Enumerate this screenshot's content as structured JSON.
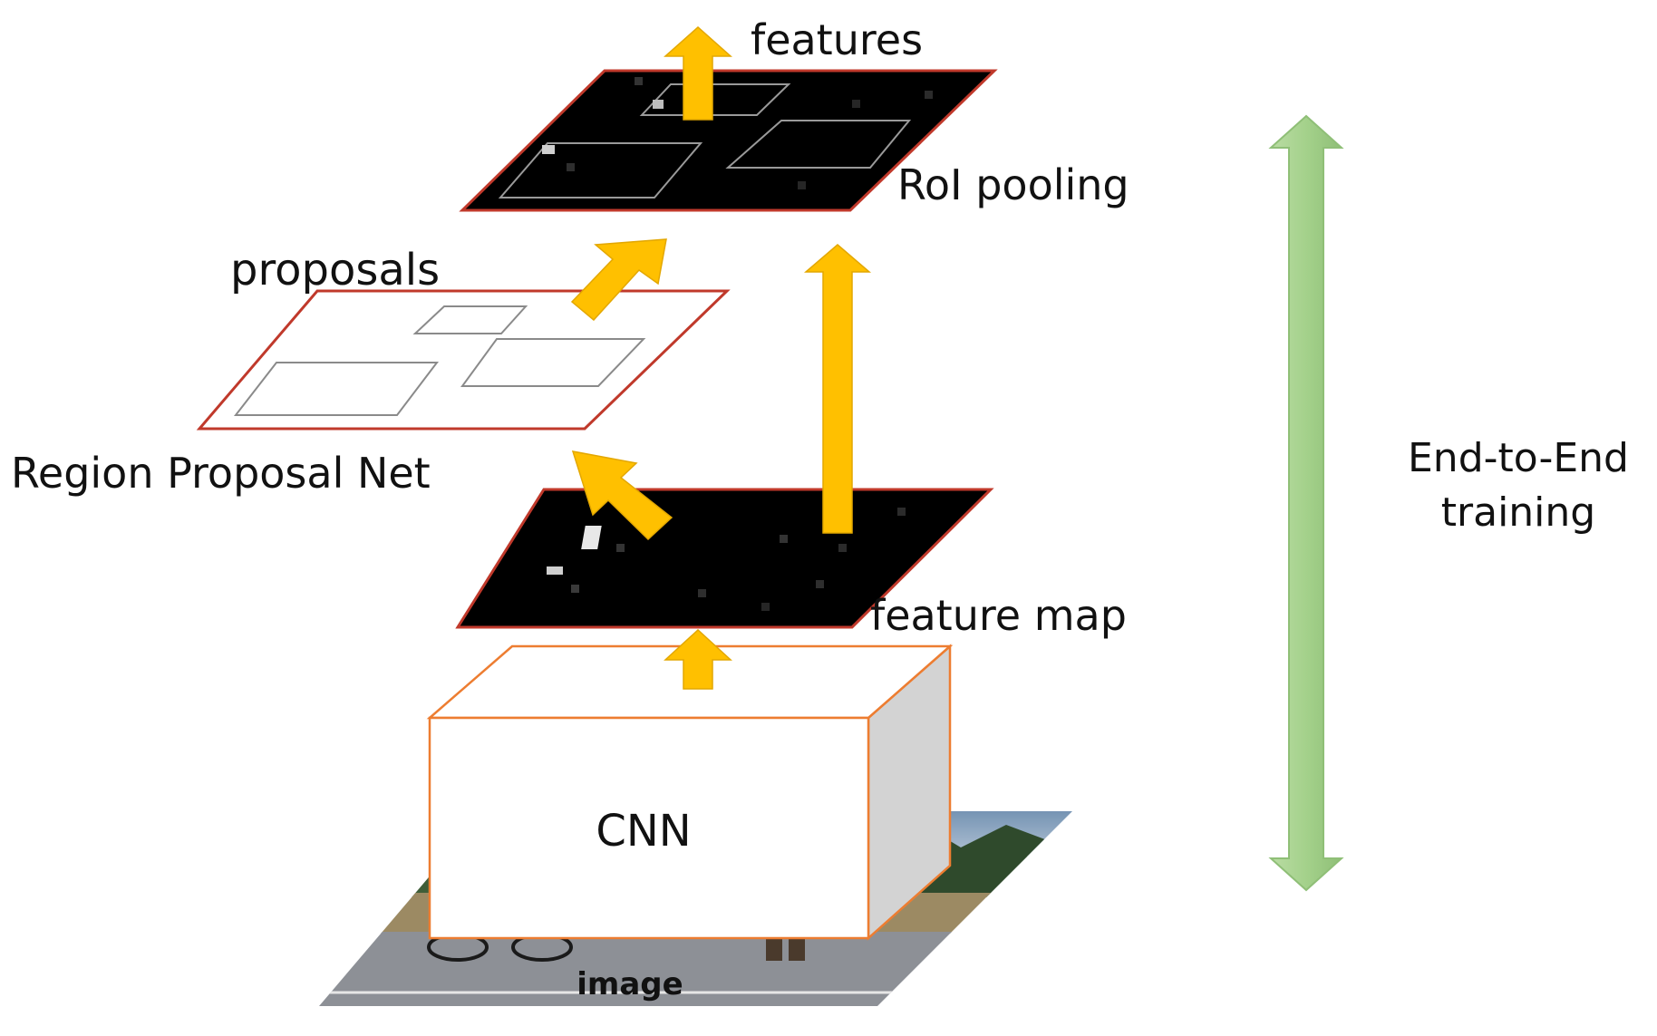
{
  "labels": {
    "features": "features",
    "roi_pooling": "RoI pooling",
    "proposals": "proposals",
    "region_proposal_net": "Region Proposal Net",
    "feature_map": "feature map",
    "cnn": "CNN",
    "image": "image",
    "end_to_end_line1": "End-to-End",
    "end_to_end_line2": "training"
  },
  "colors": {
    "arrow_fill": "#FFC000",
    "arrow_stroke": "#E3A700",
    "plane_border": "#C0392B",
    "cnn_border": "#ED7D31",
    "cnn_side": "#D3D3D3",
    "training_arrow": "#A9D18E",
    "feature_plane": "#000000"
  }
}
